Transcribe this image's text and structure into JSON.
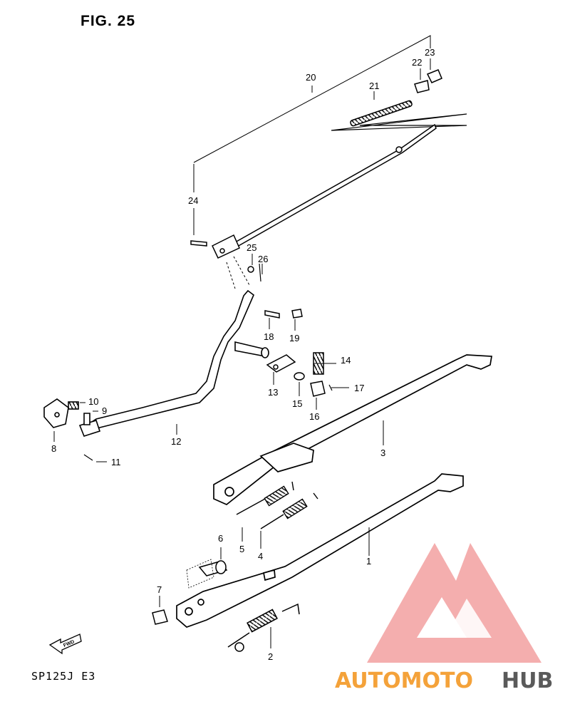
{
  "figure": {
    "title": "FIG. 25",
    "model": "SP125J  E3",
    "fwd_label": "FWD"
  },
  "parts": [
    {
      "id": "part-1",
      "label": "1"
    },
    {
      "id": "part-2",
      "label": "2"
    },
    {
      "id": "part-3",
      "label": "3"
    },
    {
      "id": "part-4",
      "label": "4"
    },
    {
      "id": "part-5",
      "label": "5"
    },
    {
      "id": "part-6",
      "label": "6"
    },
    {
      "id": "part-7",
      "label": "7"
    },
    {
      "id": "part-8",
      "label": "8"
    },
    {
      "id": "part-9",
      "label": "9"
    },
    {
      "id": "part-10",
      "label": "10"
    },
    {
      "id": "part-11",
      "label": "11"
    },
    {
      "id": "part-12",
      "label": "12"
    },
    {
      "id": "part-13",
      "label": "13"
    },
    {
      "id": "part-14",
      "label": "14"
    },
    {
      "id": "part-15",
      "label": "15"
    },
    {
      "id": "part-16",
      "label": "16"
    },
    {
      "id": "part-17",
      "label": "17"
    },
    {
      "id": "part-18",
      "label": "18"
    },
    {
      "id": "part-19",
      "label": "19"
    },
    {
      "id": "part-20",
      "label": "20"
    },
    {
      "id": "part-21",
      "label": "21"
    },
    {
      "id": "part-22",
      "label": "22"
    },
    {
      "id": "part-23",
      "label": "23"
    },
    {
      "id": "part-24",
      "label": "24"
    },
    {
      "id": "part-25",
      "label": "25"
    },
    {
      "id": "part-26",
      "label": "26"
    }
  ],
  "watermark": {
    "word_a": "AUTOMOTO",
    "word_b": "HUB",
    "color_a": "#f4a23a",
    "color_b": "#5a5a5a",
    "logo_color": "#f08a8a"
  }
}
